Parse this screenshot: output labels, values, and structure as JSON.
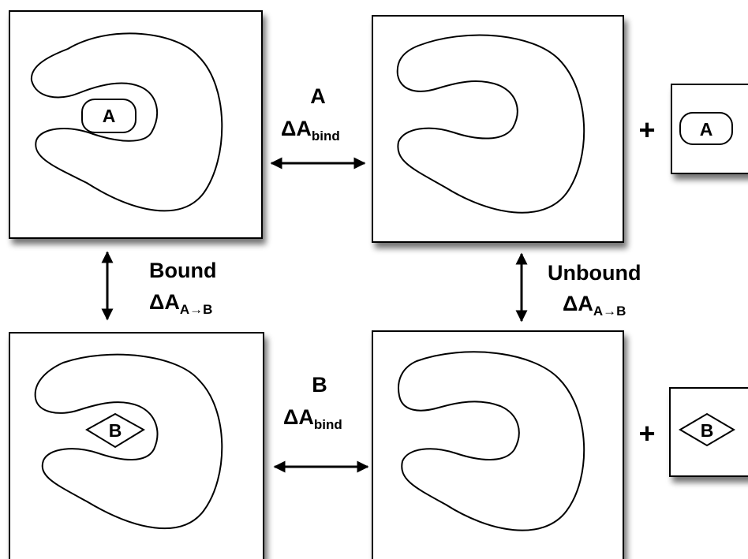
{
  "transitions": {
    "top": {
      "ligand": "A",
      "delta": "ΔA",
      "sub": "bind"
    },
    "bottom": {
      "ligand": "B",
      "delta": "ΔA",
      "sub": "bind"
    },
    "left": {
      "state": "Bound",
      "delta": "ΔA",
      "sub": "A→B"
    },
    "right": {
      "state": "Unbound",
      "delta": "ΔA",
      "sub": "A→B"
    }
  },
  "ligands": {
    "a": "A",
    "b": "B"
  },
  "plus": "+",
  "colors": {
    "stroke": "#000000",
    "background": "#ffffff",
    "shadow": "#9a9a9a"
  }
}
